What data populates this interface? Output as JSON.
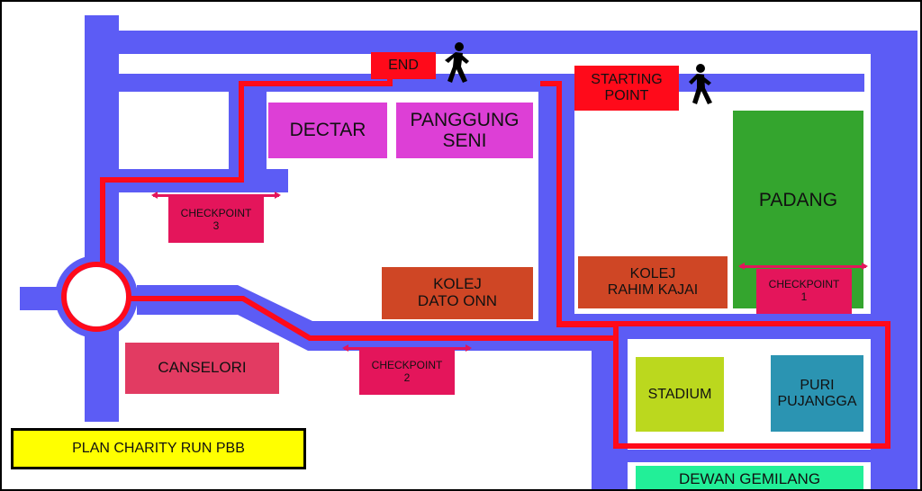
{
  "buildings": {
    "dectar": "DECTAR",
    "panggung_seni": "PANGGUNG\nSENI",
    "padang": "PADANG",
    "kolej_dato_onn": "KOLEJ\nDATO ONN",
    "kolej_rahim_kajai": "KOLEJ\nRAHIM KAJAI",
    "canselori": "CANSELORI",
    "stadium": "STADIUM",
    "puri_pujangga": "PURI\nPUJANGGA",
    "dewan_gemilang": "DEWAN GEMILANG"
  },
  "markers": {
    "end": "END",
    "start": "STARTING\nPOINT"
  },
  "checkpoints": {
    "cp1": "CHECKPOINT\n1",
    "cp2": "CHECKPOINT\n2",
    "cp3": "CHECKPOINT\n3"
  },
  "legend": {
    "title": "PLAN CHARITY RUN PBB"
  },
  "colors": {
    "road": "#5c5cf5",
    "route": "#ff0a1a",
    "building_magenta": "#dd3fd6",
    "building_brick": "#cf4625",
    "field_green": "#34a52e",
    "stadium_lime": "#bbd81e",
    "puri_teal": "#2b94b2",
    "canselori_pink": "#e23b62",
    "dewan_mint": "#22ef98",
    "checkpoint_pink": "#e4155b",
    "legend_yellow": "#ffff00"
  },
  "icons": [
    "walking-person-icon",
    "walking-person-icon"
  ]
}
